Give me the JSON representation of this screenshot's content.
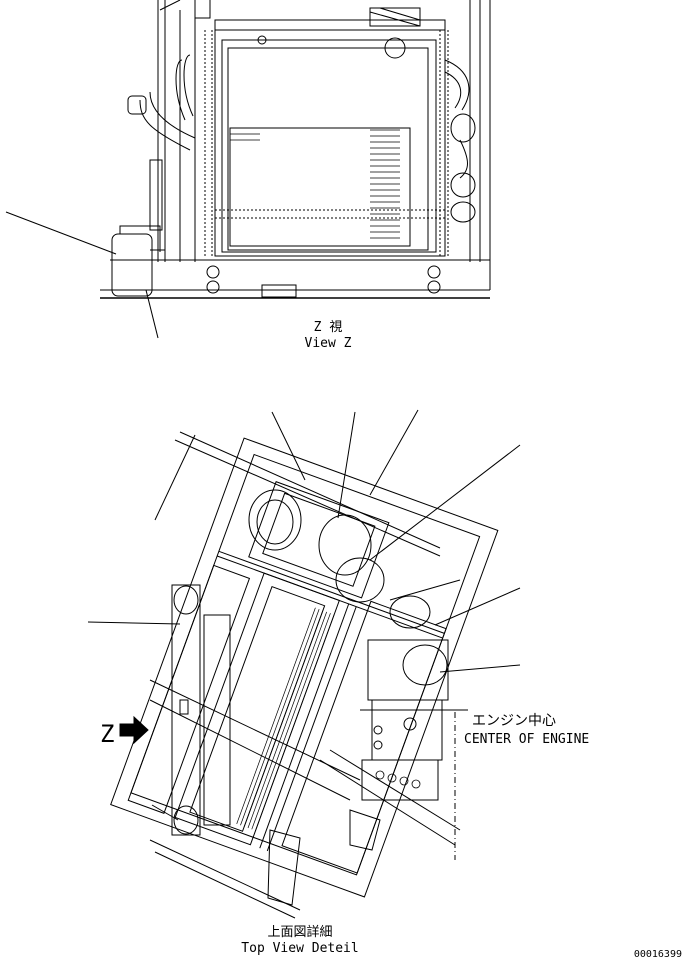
{
  "view_z": {
    "label_jp": "Z 視",
    "label_en": "View Z"
  },
  "top_view": {
    "label_jp": "上面図詳細",
    "label_en": "Top View Deteil",
    "arrow_letter": "Z",
    "engine_center_jp": "エンジン中心",
    "engine_center_en": "CENTER OF ENGINE"
  },
  "drawing_number": "00016399",
  "colors": {
    "line": "#000000",
    "background": "#ffffff"
  }
}
